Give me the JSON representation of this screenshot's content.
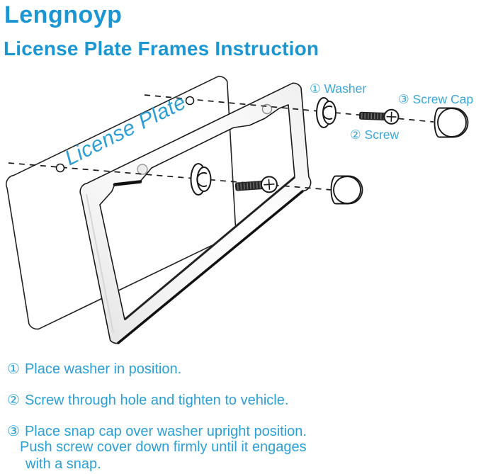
{
  "brand": "Lengnoyp",
  "subtitle": "License Plate Frames Instruction",
  "colors": {
    "brand_blue": "#1b96d2",
    "label_blue": "#3aa6d9",
    "text_blue": "#2b9fd7",
    "outline": "#1a1a1a"
  },
  "diagram": {
    "plate_label": "License Plate",
    "washer_callout": "① Washer",
    "screw_callout": "② Screw",
    "screw_cap_callout": "③ Screw Cap"
  },
  "instructions": {
    "lines": [
      {
        "num": "①",
        "text": "Place washer in position."
      },
      {
        "num": "②",
        "text": "Screw through hole and tighten to vehicle."
      },
      {
        "num": "③",
        "text": "Place snap cap over washer upright position."
      },
      {
        "num": "",
        "text": "Push screw cover down firmly until it engages"
      },
      {
        "num": "",
        "text": "with a snap."
      }
    ]
  }
}
